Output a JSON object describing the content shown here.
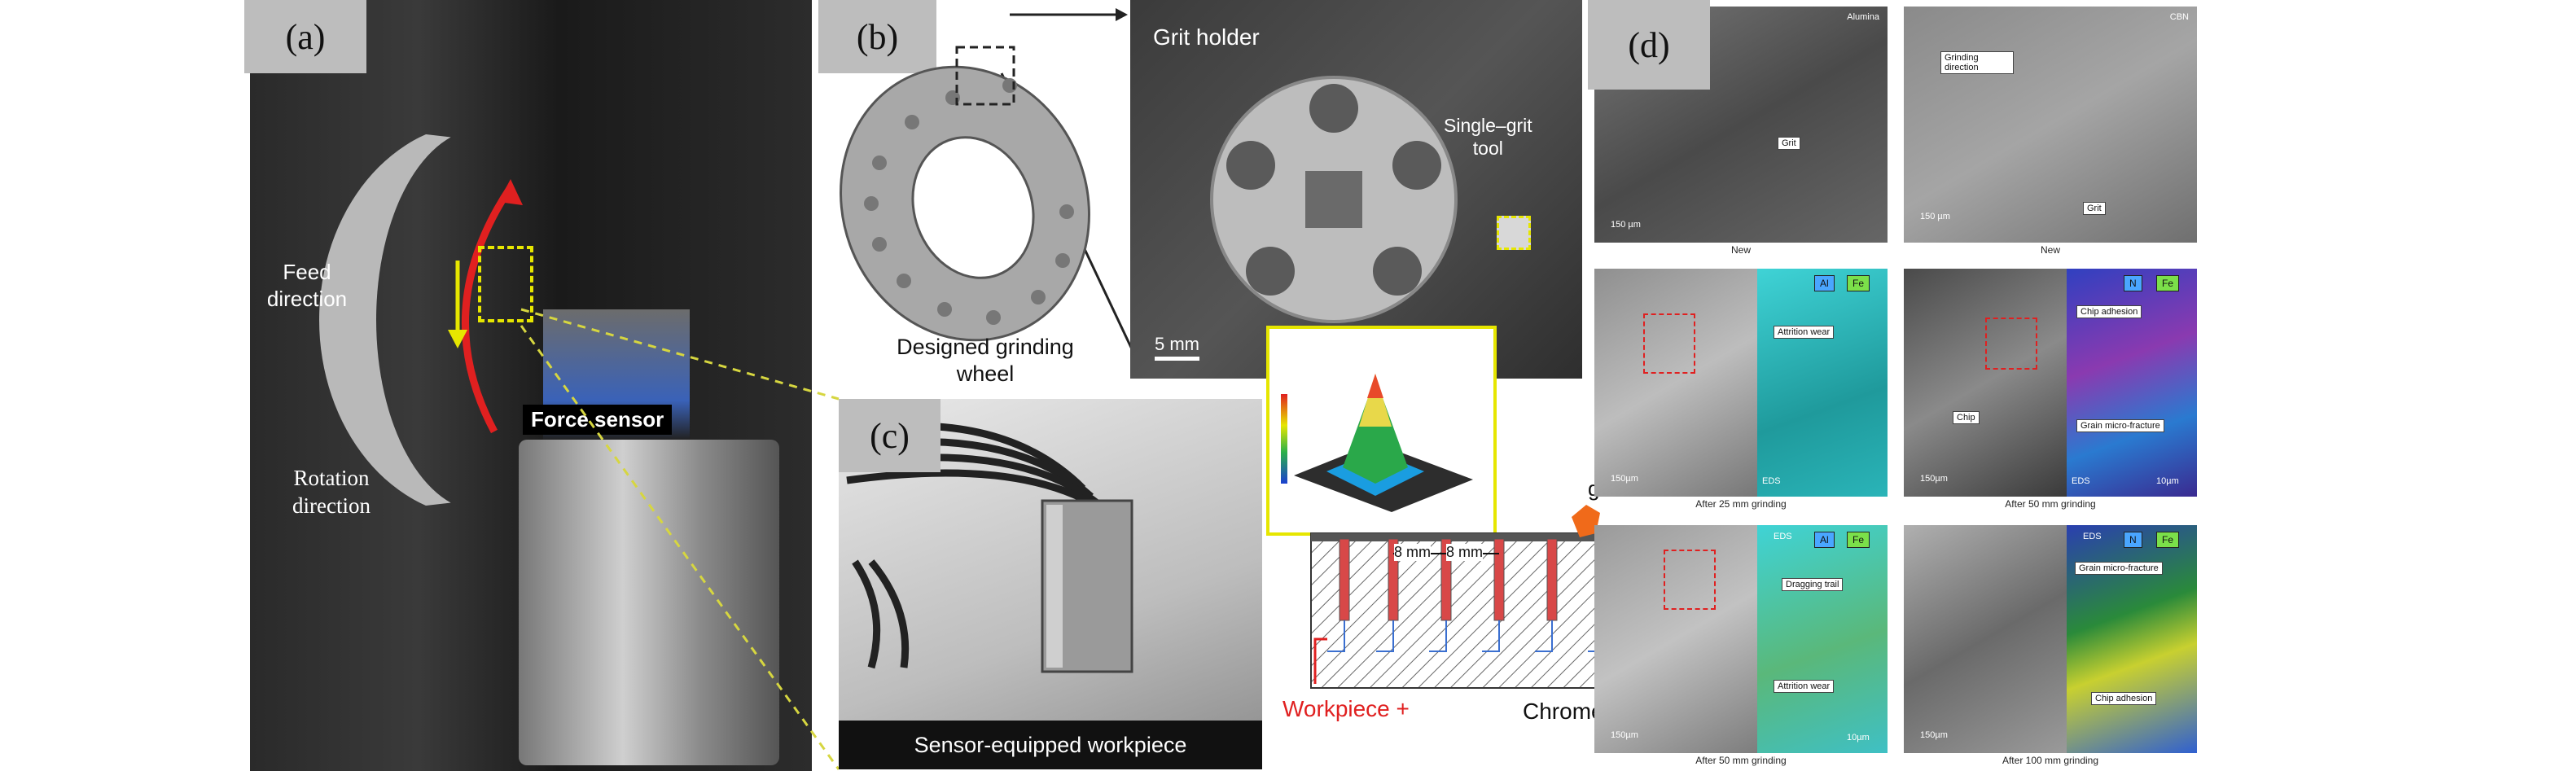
{
  "panels": {
    "a": {
      "tag": "(a)",
      "feed_line1": "Feed",
      "feed_line2": "direction",
      "force_sensor": "Force sensor",
      "rotation_line1": "Rotation",
      "rotation_line2": "direction"
    },
    "b": {
      "tag": "(b)",
      "grit_holder": "Grit holder",
      "single_grit_line1": "Single–grit",
      "single_grit_line2": "tool",
      "scale": "5 mm",
      "wheel_line1": "Designed grinding",
      "wheel_line2": "wheel"
    },
    "c": {
      "tag": "(c)",
      "sensor_label": "Sensor-equipped workpiece"
    },
    "schematic": {
      "grit": "grit",
      "dim1": "8 mm",
      "dim2": "8 mm",
      "workpiece": "Workpiece +",
      "chromel": "Chromel-"
    },
    "d": {
      "tag": "(d)",
      "cells": [
        {
          "corner": "Alumina",
          "callouts": [
            "Grit"
          ],
          "scale": "150 µm",
          "caption": "New"
        },
        {
          "corner": "CBN",
          "callouts": [
            "Grinding direction",
            "Grit"
          ],
          "scale": "150 µm",
          "caption": "New"
        },
        {
          "eds": [
            "Al",
            "Fe"
          ],
          "callouts": [
            "Attrition wear"
          ],
          "scale": "150µm",
          "eds_tag": "EDS",
          "caption": "After 25 mm grinding"
        },
        {
          "eds": [
            "N",
            "Fe"
          ],
          "callouts": [
            "Chip adhesion",
            "Chip",
            "Grain micro-fracture"
          ],
          "scale": "150µm",
          "eds_tag": "EDS",
          "scale2": "10µm",
          "caption": "After 50 mm grinding"
        },
        {
          "eds": [
            "Al",
            "Fe"
          ],
          "callouts": [
            "Dragging trail",
            "Attrition wear"
          ],
          "scale": "150µm",
          "eds_tag": "EDS",
          "scale2": "10µm",
          "caption": "After 50 mm grinding"
        },
        {
          "eds": [
            "N",
            "Fe"
          ],
          "callouts": [
            "Grain micro-fracture",
            "Chip adhesion"
          ],
          "scale": "150µm",
          "eds_tag": "EDS",
          "caption": "After 100 mm grinding"
        }
      ]
    }
  },
  "colors": {
    "red": "#e02020",
    "yellow": "#e6e600",
    "cyan": "#3fd3d6",
    "green_box": "#7be04a",
    "blue_box": "#4aa6ff",
    "orange": "#f06a1a"
  }
}
